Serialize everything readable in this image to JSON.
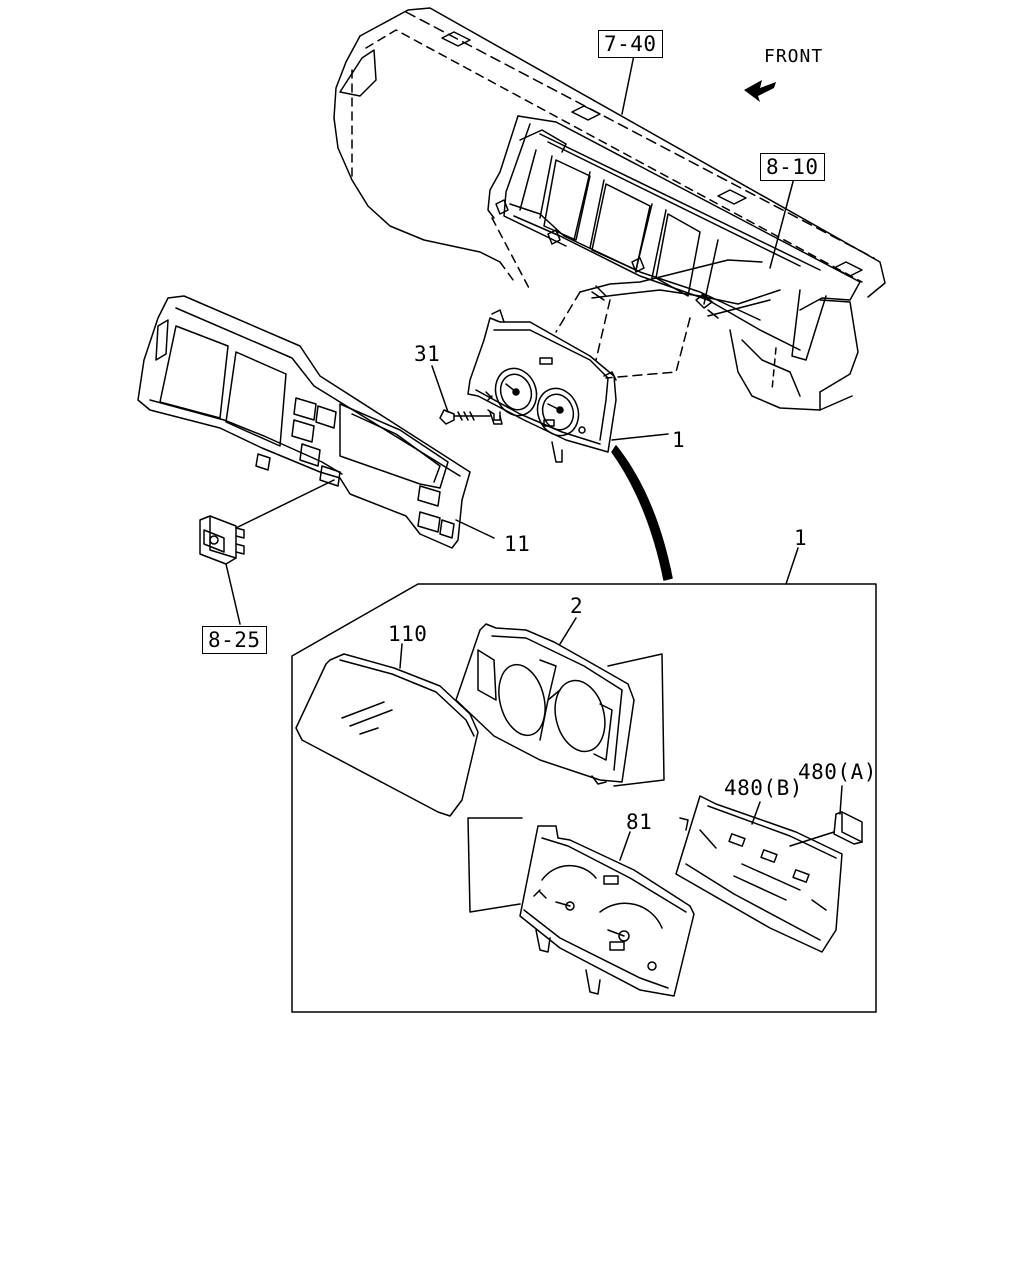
{
  "labels": {
    "ref_7_40": "7-40",
    "front": "FRONT",
    "ref_8_10": "8-10",
    "part_31": "31",
    "part_1_upper": "1",
    "part_11": "11",
    "part_1_box": "1",
    "ref_8_25": "8-25",
    "part_2": "2",
    "part_110": "110",
    "part_480a": "480(A)",
    "part_480b": "480(B)",
    "part_81": "81"
  },
  "icons": {
    "front_arrow": "front-arrow-icon",
    "screw": "screw-31-icon",
    "switch": "switch-8-25-icon"
  },
  "colors": {
    "line": "#000000",
    "background": "#ffffff"
  }
}
